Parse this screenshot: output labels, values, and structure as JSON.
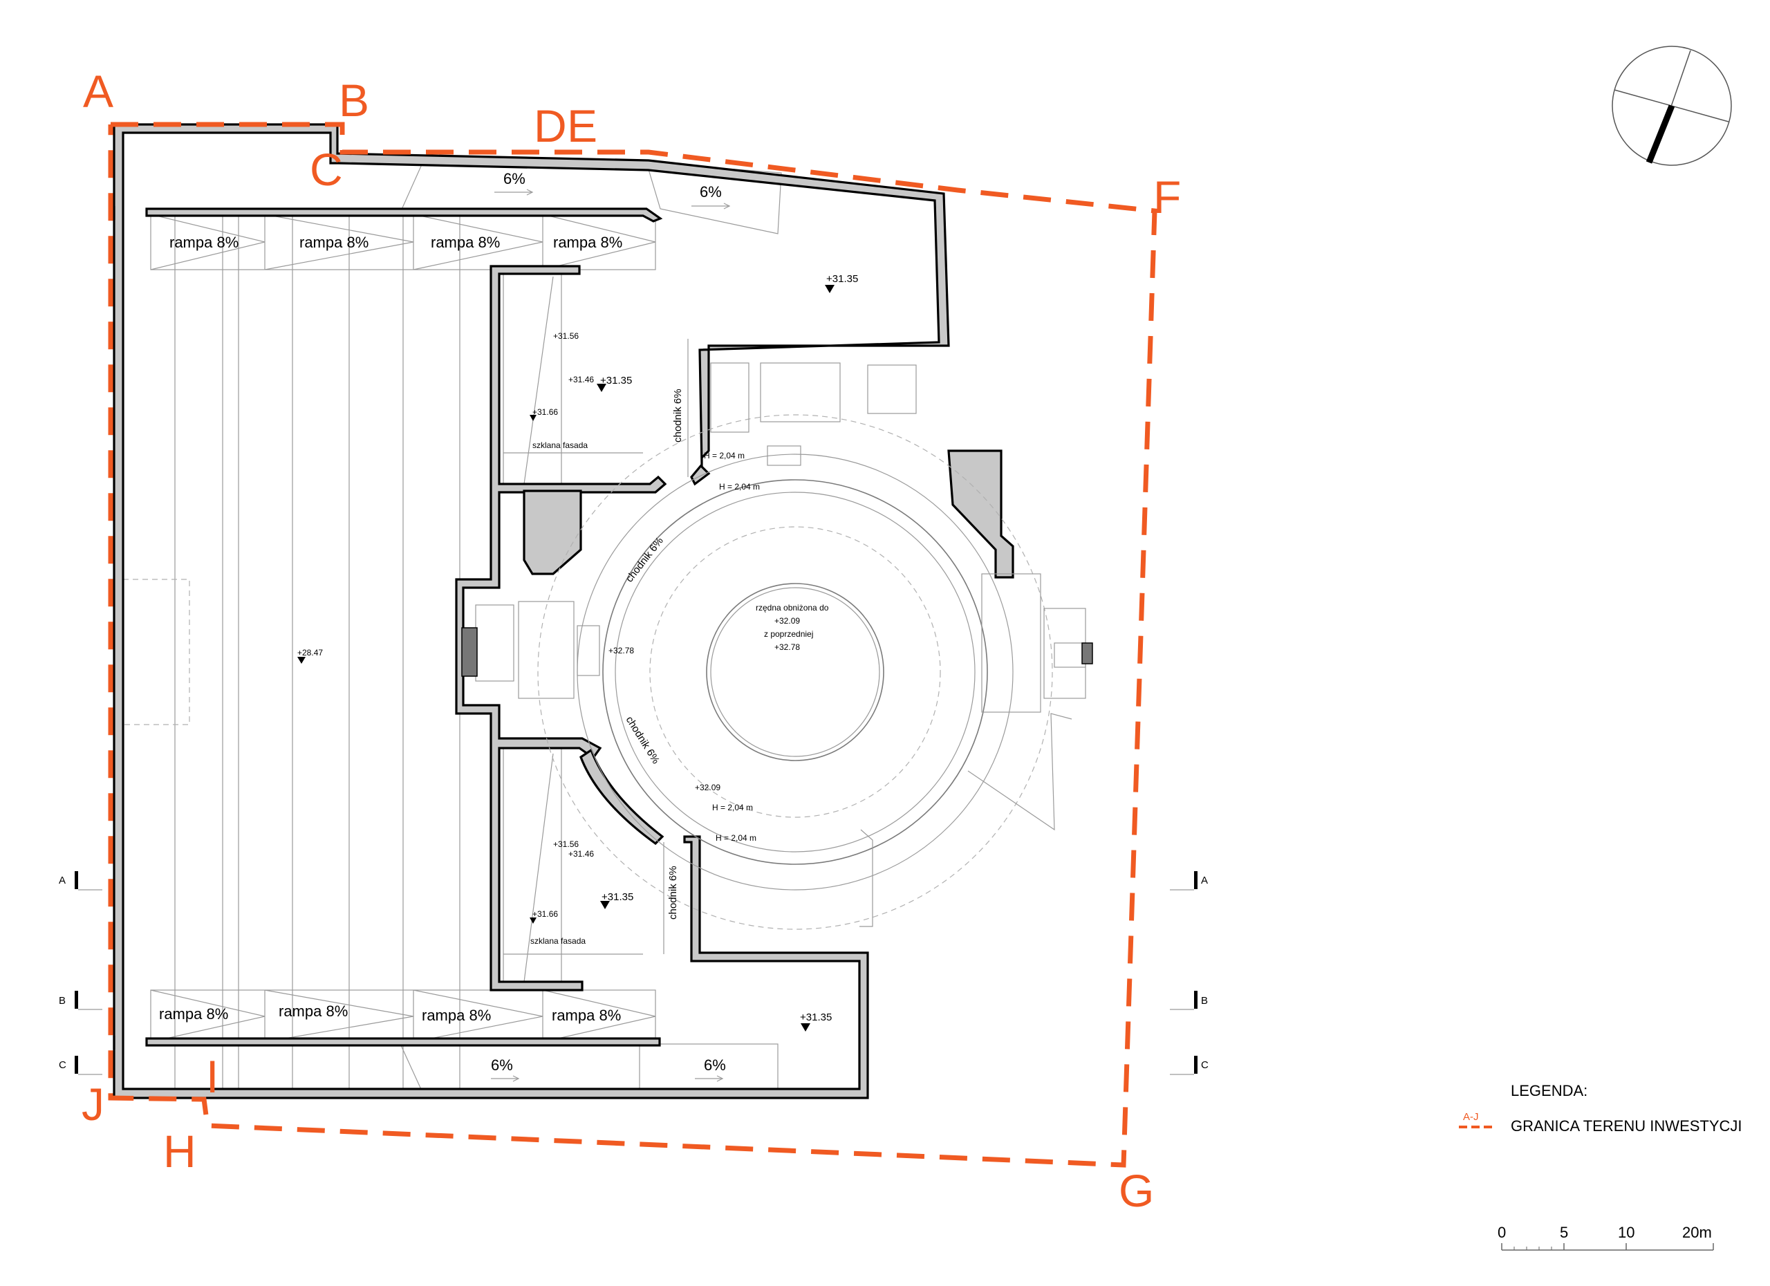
{
  "boundary_points": [
    "A",
    "B",
    "C",
    "D",
    "E",
    "F",
    "G",
    "H",
    "I",
    "J"
  ],
  "ramps": {
    "top": [
      "rampa 8%",
      "rampa 8%",
      "rampa 8%",
      "rampa 8%"
    ],
    "bottom": [
      "rampa 8%",
      "rampa 8%",
      "rampa 8%",
      "rampa 8%"
    ]
  },
  "slopes": {
    "top_left": "6%",
    "top_right": "6%",
    "bottom_left": "6%",
    "bottom_right": "6%"
  },
  "elevations": {
    "top_right": "+31.35",
    "upper_mid": "+31.35",
    "upper_a": "+31.56",
    "upper_b": "+31.46",
    "upper_c": "+31.66",
    "central": "+28.47",
    "plinth": "+32.78",
    "lower_mid": "+31.35",
    "lower_a": "+31.56",
    "lower_b": "+31.46",
    "lower_c": "+31.66",
    "bottom_right": "+31.35",
    "ring_entry": "+32.09"
  },
  "labels": {
    "glass_facade_upper": "szklana fasada",
    "glass_facade_lower": "szklana fasada",
    "sidewalk_upper_vert": "chodnik 6%",
    "sidewalk_ring_upper": "chodnik 6%",
    "sidewalk_ring_lower": "chodnik 6%",
    "sidewalk_lower_vert": "chodnik 6%",
    "height_1": "H = 2,04 m",
    "height_2": "H = 2,04 m",
    "height_3": "H = 2,04 m",
    "height_4": "H = 2,04 m"
  },
  "center_note": [
    "rzędna obniżona do",
    "+32.09",
    "z poprzedniej",
    "+32.78"
  ],
  "sections": {
    "left": [
      "A",
      "B",
      "C"
    ],
    "right": [
      "A",
      "B",
      "C"
    ]
  },
  "legend": {
    "title": "LEGENDA:",
    "symbol_label": "A-J",
    "entry": "GRANICA TERENU INWESTYCJI"
  },
  "scale": {
    "ticks": [
      "0",
      "5",
      "10",
      "20m"
    ]
  },
  "colors": {
    "boundary": "#f05a22",
    "wall_fill": "#c8c8c8",
    "lines": "#000000"
  }
}
